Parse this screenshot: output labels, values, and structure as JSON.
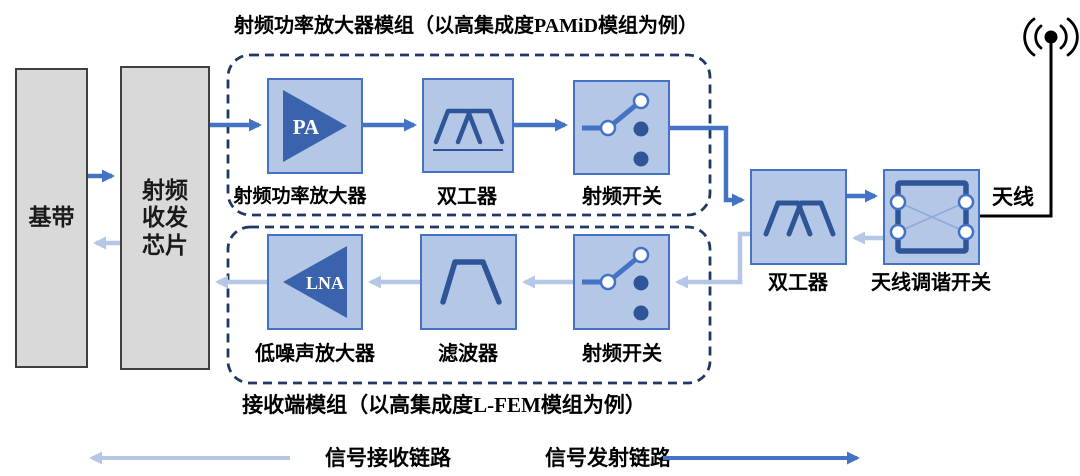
{
  "titles": {
    "tx_module": "射频功率放大器模组（以高集成度PAMiD模组为例）",
    "rx_module": "接收端模组（以高集成度L-FEM模组为例）"
  },
  "blocks": {
    "baseband": {
      "label": "基带"
    },
    "transceiver": {
      "label": "射频\n收发\n芯片"
    },
    "pa": {
      "symbol": "PA",
      "label": "射频功率放大器"
    },
    "duplexer_tx": {
      "label": "双工器"
    },
    "rf_switch_tx": {
      "label": "射频开关"
    },
    "lna": {
      "symbol": "LNA",
      "label": "低噪声放大器"
    },
    "filter": {
      "label": "滤波器"
    },
    "rf_switch_rx": {
      "label": "射频开关"
    },
    "duplexer_ant": {
      "label": "双工器"
    },
    "antenna_tuner": {
      "label": "天线调谐开关"
    },
    "antenna": {
      "label": "天线"
    }
  },
  "legend": {
    "receive_label": "信号接收链路",
    "transmit_label": "信号发射链路"
  },
  "colors": {
    "box_fill": "#b4c7e7",
    "box_border": "#4472c4",
    "symbol_navy": "#2e5597",
    "amplifier_fill": "#3a62ad",
    "arrow_dark": "#4472c4",
    "arrow_light": "#b4c7e7",
    "gray_fill": "#d9d9d9",
    "gray_border": "#3f3f3f",
    "dashed_outline": "#1f3864",
    "antenna_line": "#000000"
  }
}
